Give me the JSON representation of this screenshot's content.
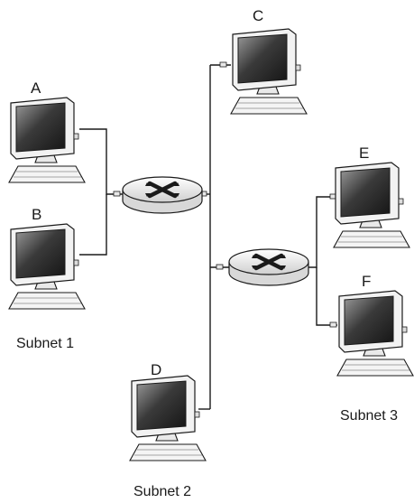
{
  "hosts": [
    {
      "id": "A",
      "label": "A"
    },
    {
      "id": "B",
      "label": "B"
    },
    {
      "id": "C",
      "label": "C"
    },
    {
      "id": "D",
      "label": "D"
    },
    {
      "id": "E",
      "label": "E"
    },
    {
      "id": "F",
      "label": "F"
    }
  ],
  "subnets": [
    {
      "label": "Subnet 1",
      "hosts": [
        "A",
        "B"
      ]
    },
    {
      "label": "Subnet 2",
      "hosts": [
        "C",
        "D"
      ]
    },
    {
      "label": "Subnet 3",
      "hosts": [
        "E",
        "F"
      ]
    }
  ],
  "routers": [
    {
      "id": "router-1",
      "icon": "router-icon"
    },
    {
      "id": "router-2",
      "icon": "router-icon"
    }
  ],
  "colors": {
    "line": "#1a1a1a",
    "screen": "#3a3a3a",
    "case": "#f2f2f2"
  }
}
